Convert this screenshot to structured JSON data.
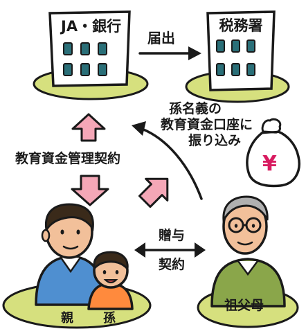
{
  "entities": {
    "bank": "JA・銀行",
    "tax_office": "税務署",
    "parent": "親",
    "grandchild": "孫",
    "grandparents": "祖父母"
  },
  "relations": {
    "report": "届出",
    "management_contract": "教育資金管理契約",
    "gift_contract_line1": "贈与",
    "gift_contract_line2": "契約",
    "deposit_line1": "孫名義の",
    "deposit_line2": "教育資金口座に",
    "deposit_line3": "振り込み"
  },
  "icons": {
    "money_bag": "yen-money-bag-icon",
    "currency_symbol": "¥"
  },
  "colors": {
    "outline": "#1a1a1a",
    "building": "#ffffff",
    "window": "#2a6f78",
    "island": "#d6e07e",
    "pink_arrow": "#f4a7b7",
    "parent_shirt": "#4f8fd0",
    "child_shirt": "#ff8a3d",
    "grandparent_shirt": "#8aa64a",
    "skin": "#f2c09a",
    "hair": "#3a2a1a",
    "grey_hair": "#b0b0b0"
  }
}
